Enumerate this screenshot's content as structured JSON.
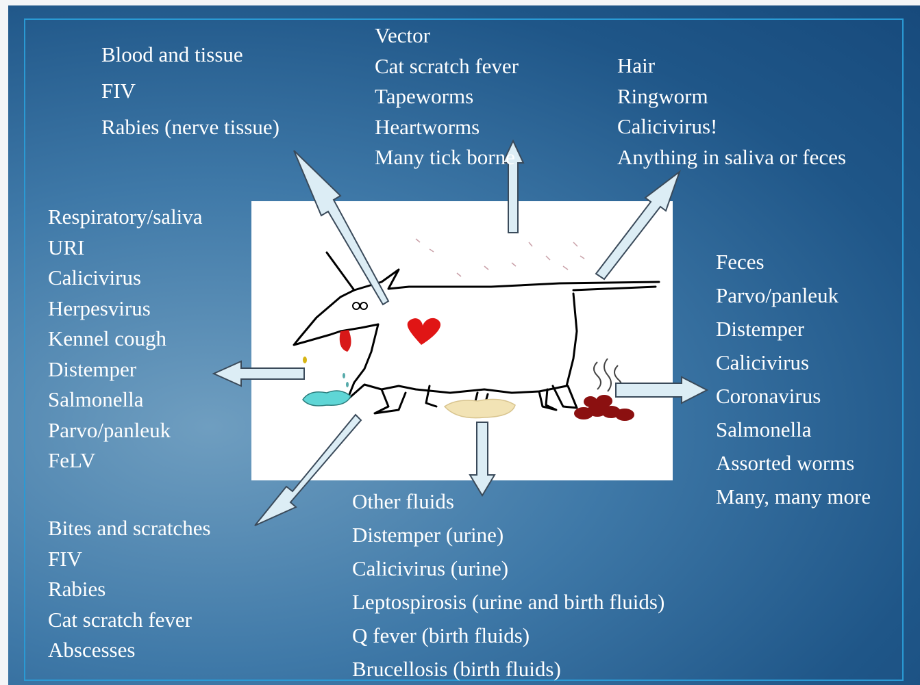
{
  "groups": {
    "blood": {
      "items": [
        "Blood and tissue",
        "FIV",
        "Rabies (nerve tissue)"
      ]
    },
    "vector": {
      "items": [
        "Vector",
        "Cat scratch fever",
        "Tapeworms",
        "Heartworms",
        "Many  tick borne"
      ]
    },
    "hair": {
      "items": [
        "Hair",
        "Ringworm",
        "Calicivirus!",
        "Anything in saliva or feces"
      ]
    },
    "respiratory": {
      "items": [
        "Respiratory/saliva",
        "URI",
        "Calicivirus",
        "Herpesvirus",
        "Kennel cough",
        "Distemper",
        "Salmonella",
        "Parvo/panleuk",
        "FeLV"
      ]
    },
    "feces": {
      "items": [
        "Feces",
        "Parvo/panleuk",
        "Distemper",
        "Calicivirus",
        "Coronavirus",
        "Salmonella",
        "Assorted worms",
        "Many, many more"
      ]
    },
    "bites": {
      "items": [
        "Bites and scratches",
        "FIV",
        "Rabies",
        "Cat scratch fever",
        "Abscesses"
      ]
    },
    "fluids": {
      "items": [
        "Other fluids",
        "Distemper (urine)",
        "Calicivirus  (urine)",
        "Leptospirosis (urine and birth fluids)",
        "Q fever (birth fluids)",
        "Brucellosis (birth fluids)"
      ]
    }
  },
  "colors": {
    "slide_background": "#2a6496",
    "frame_border": "#2a9ad4",
    "arrow_fill": "#dcedf5",
    "text": "#ffffff",
    "heart": "#e01515",
    "feces": "#8b1010",
    "vomit": "#5fd6d6",
    "urine": "#f2e3b5"
  },
  "illustration": {
    "subject": "dog-drawing"
  }
}
